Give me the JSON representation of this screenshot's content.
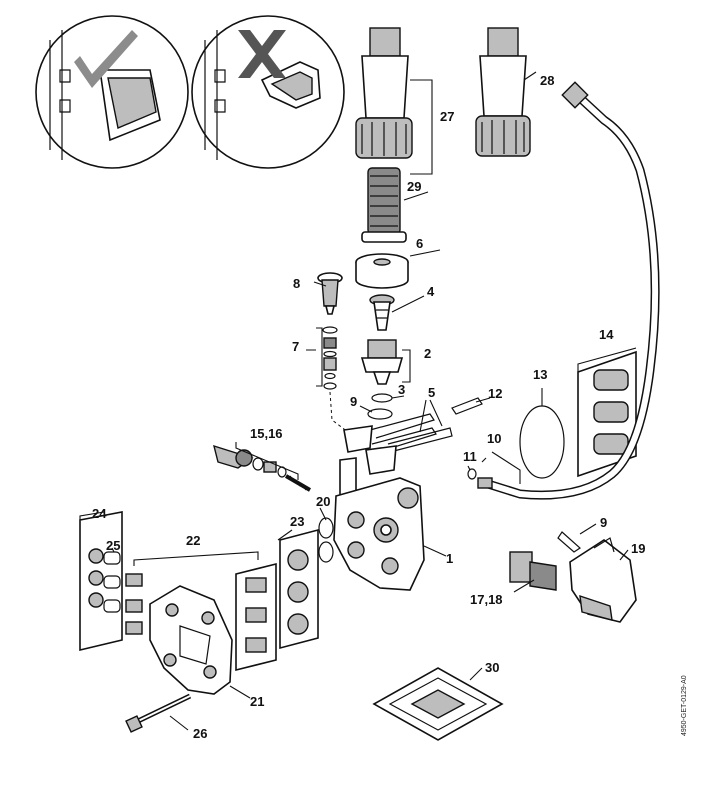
{
  "diagram": {
    "labels": {
      "l1": "1",
      "l2": "2",
      "l3": "3",
      "l4": "4",
      "l5": "5",
      "l6": "6",
      "l7": "7",
      "l8": "8",
      "l9a": "9",
      "l9b": "9",
      "l10": "10",
      "l11": "11",
      "l12": "12",
      "l13": "13",
      "l14": "14",
      "l15_16": "15,16",
      "l17_18": "17,18",
      "l19": "19",
      "l20": "20",
      "l21": "21",
      "l22": "22",
      "l23": "23",
      "l24": "24",
      "l25": "25",
      "l26": "26",
      "l27": "27",
      "l28": "28",
      "l29": "29",
      "l30": "30"
    },
    "drawing_code": "4950-GET-0129-A0",
    "icons": {
      "correct": "check-mark-icon",
      "wrong": "cross-mark-icon"
    },
    "colors": {
      "line": "#111111",
      "gray_fill": "#bdbdbd",
      "check": "#8c8c8c",
      "cross": "#555555"
    }
  }
}
